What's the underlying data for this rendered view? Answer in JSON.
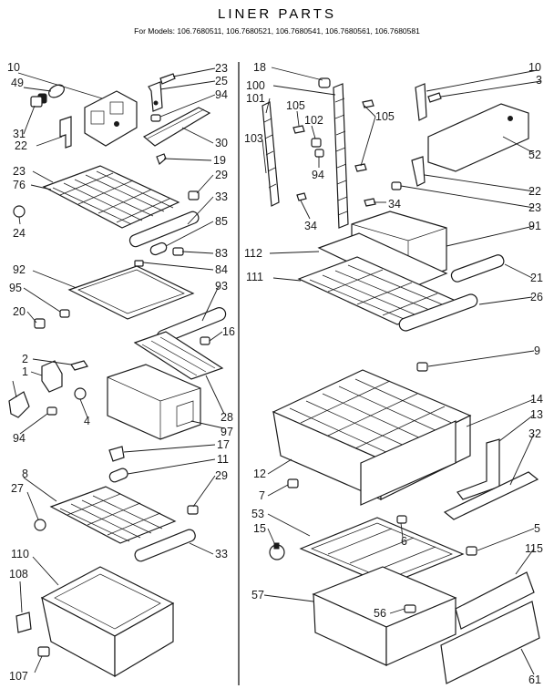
{
  "header": {
    "title": "LINER PARTS",
    "models": "For Models: 106.7680511, 106.7680521, 106.7680541, 106.7680561, 106.7680581"
  },
  "callouts": {
    "c10a": "10",
    "c49": "49",
    "c23a": "23",
    "c25": "25",
    "c94a": "94",
    "c31": "31",
    "c22a": "22",
    "c30": "30",
    "c19": "19",
    "c23b": "23",
    "c29a": "29",
    "c76": "76",
    "c33a": "33",
    "c24": "24",
    "c85": "85",
    "c83": "83",
    "c84": "84",
    "c92": "92",
    "c93": "93",
    "c95": "95",
    "c20": "20",
    "c16": "16",
    "c2": "2",
    "c1": "1",
    "c4": "4",
    "c94b": "94",
    "c28": "28",
    "c97": "97",
    "c17": "17",
    "c11": "11",
    "c8": "8",
    "c27": "27",
    "c29b": "29",
    "c33b": "33",
    "c110": "110",
    "c108": "108",
    "c107": "107",
    "c18": "18",
    "c100": "100",
    "c101": "101",
    "c105a": "105",
    "c102": "102",
    "c103": "103",
    "c105b": "105",
    "c94c": "94",
    "c34a": "34",
    "c34b": "34",
    "c10b": "10",
    "c3": "3",
    "c52": "52",
    "c22b": "22",
    "c23c": "23",
    "c91": "91",
    "c112": "112",
    "c21": "21",
    "c111": "111",
    "c26": "26",
    "c9": "9",
    "c14": "14",
    "c13": "13",
    "c32": "32",
    "c12": "12",
    "c7": "7",
    "c53": "53",
    "c15": "15",
    "c6": "6",
    "c5": "5",
    "c115": "115",
    "c57": "57",
    "c56": "56",
    "c61": "61"
  }
}
